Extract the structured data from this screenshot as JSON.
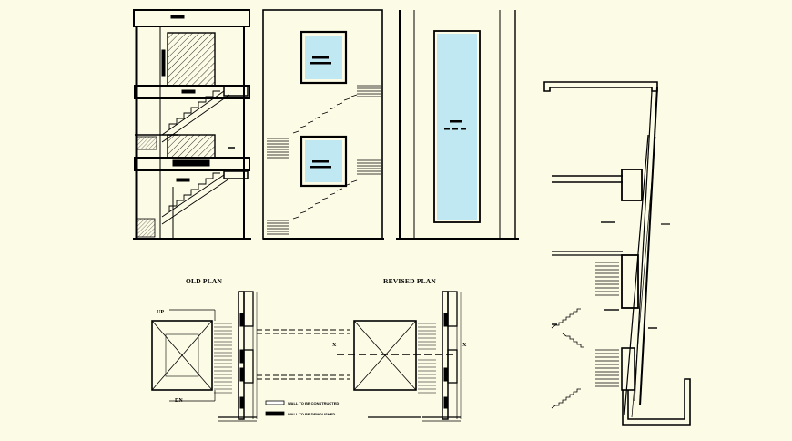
{
  "plans": {
    "old_title": "OLD PLAN",
    "revised_title": "REVISED PLAN",
    "up_label": "UP",
    "dn_label": "DN",
    "section_mark": "X"
  },
  "legend": {
    "construct": "WALL TO BE CONSTRUCTED",
    "demolish": "WALL TO BE DEMOLISHED"
  },
  "colors": {
    "background": "#fcfbe6",
    "line": "#000000",
    "glass": "#bfe8f2"
  }
}
